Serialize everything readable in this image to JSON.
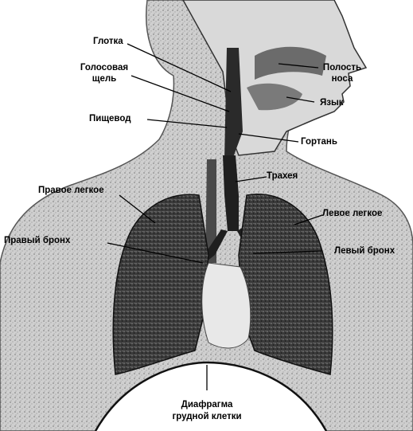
{
  "labels": {
    "pharynx": "Глотка",
    "glottis_line1": "Голосовая",
    "glottis_line2": "щель",
    "nasal_line1": "Полость",
    "nasal_line2": "носа",
    "tongue": "Язык",
    "esophagus": "Пищевод",
    "larynx": "Гортань",
    "trachea": "Трахея",
    "right_lung": "Правое легкое",
    "left_lung": "Левое легкое",
    "right_bronchus": "Правый бронх",
    "left_bronchus": "Левый бронх",
    "diaphragm_line1": "Диафрагма",
    "diaphragm_line2": "грудной клетки"
  }
}
